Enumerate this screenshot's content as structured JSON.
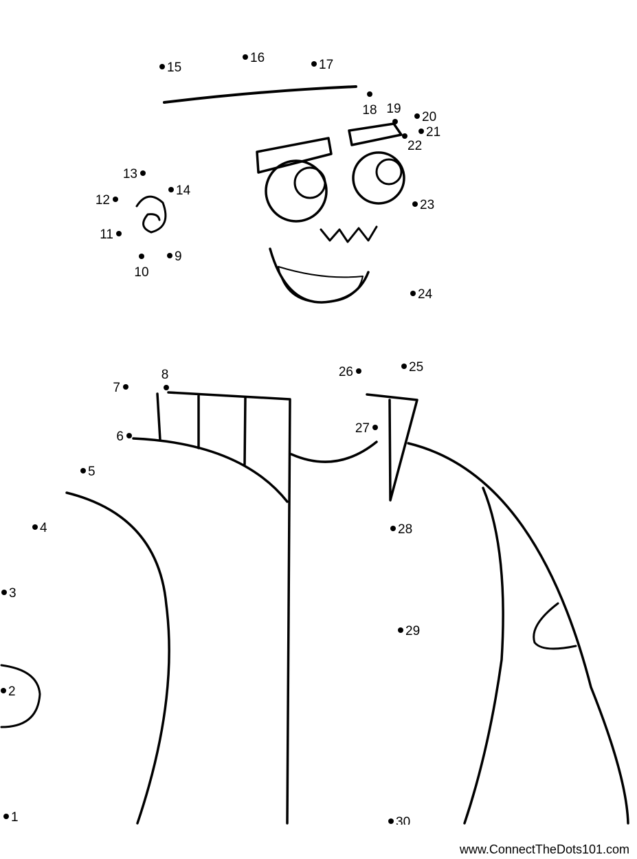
{
  "dots": [
    "1",
    "2",
    "3",
    "4",
    "5",
    "6",
    "7",
    "8",
    "9",
    "10",
    "11",
    "12",
    "13",
    "14",
    "15",
    "16",
    "17",
    "18",
    "19",
    "20",
    "21",
    "22",
    "23",
    "24",
    "25",
    "26",
    "27",
    "28",
    "29",
    "30"
  ],
  "footer": {
    "url": "www.ConnectTheDots101.com"
  }
}
